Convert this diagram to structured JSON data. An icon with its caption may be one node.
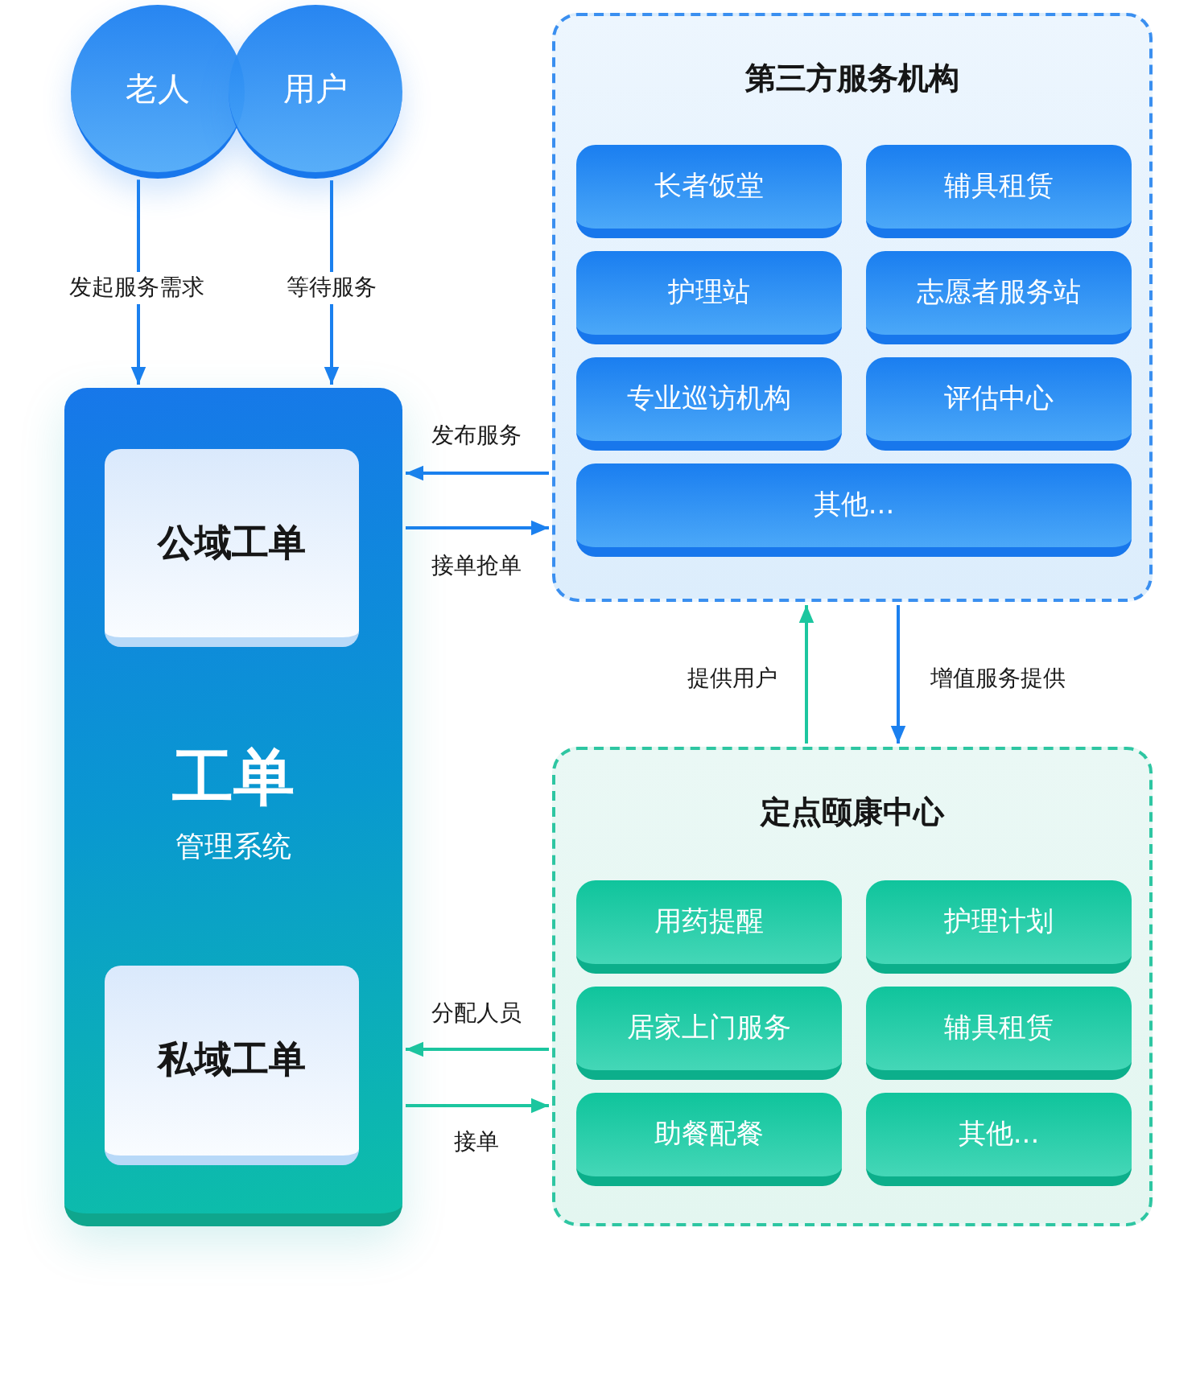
{
  "diagram": {
    "nodes": [
      {
        "text": [
          "老人"
        ]
      },
      {
        "text": [
          "用户"
        ]
      },
      {
        "text": [
          "工单",
          "管理系统"
        ]
      },
      {
        "text": [
          "公域工单"
        ],
        "in": 2
      },
      {
        "text": [
          "私域工单"
        ],
        "in": 2
      },
      {
        "text": [
          "第三方服务机构"
        ]
      },
      {
        "text": [
          "长者饭堂"
        ],
        "in": 5
      },
      {
        "text": [
          "辅具租赁"
        ],
        "in": 5
      },
      {
        "text": [
          "护理站"
        ],
        "in": 5
      },
      {
        "text": [
          "志愿者服务站"
        ],
        "in": 5
      },
      {
        "text": [
          "专业巡访机构"
        ],
        "in": 5
      },
      {
        "text": [
          "评估中心"
        ],
        "in": 5
      },
      {
        "text": [
          "其他..."
        ],
        "in": 5
      },
      {
        "text": [
          "定点颐康中心"
        ]
      },
      {
        "text": [
          "用药提醒"
        ],
        "in": 13
      },
      {
        "text": [
          "护理计划"
        ],
        "in": 13
      },
      {
        "text": [
          "居家上门服务"
        ],
        "in": 13
      },
      {
        "text": [
          "辅具租赁"
        ],
        "in": 13
      },
      {
        "text": [
          "助餐配餐"
        ],
        "in": 13
      },
      {
        "text": [
          "其他..."
        ],
        "in": 13
      }
    ],
    "edges": [
      {
        "from": 0,
        "to": 2,
        "arrow": "to",
        "label": "发起服务需求"
      },
      {
        "from": 1,
        "to": 2,
        "arrow": "to",
        "label": "等待服务"
      },
      {
        "from": 5,
        "to": 3,
        "arrow": "to",
        "label": "发布服务"
      },
      {
        "from": 3,
        "to": 5,
        "arrow": "to",
        "label": "接单抢单"
      },
      {
        "from": 13,
        "to": 5,
        "arrow": "to",
        "label": "提供用户",
        "color": "#1cc69f"
      },
      {
        "from": 5,
        "to": 13,
        "arrow": "to",
        "label": "增值服务提供"
      },
      {
        "from": 13,
        "to": 4,
        "arrow": "to",
        "label": "分配人员",
        "color": "#1cc69f"
      },
      {
        "from": 4,
        "to": 13,
        "arrow": "to",
        "label": "接单",
        "color": "#1cc69f"
      }
    ]
  }
}
